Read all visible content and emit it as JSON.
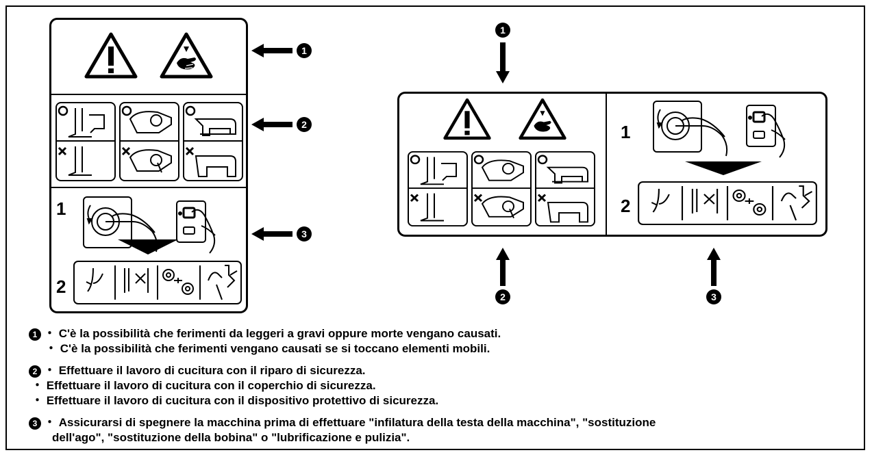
{
  "markers": {
    "one": "1",
    "two": "2",
    "three": "3"
  },
  "steps": {
    "first": "1",
    "second": "2"
  },
  "notes": {
    "n1a": "・ C'è la possibilità che ferimenti da leggeri a gravi oppure morte vengano causati.",
    "n1b": "・ C'è la possibilità che ferimenti vengano causati se si toccano elementi mobili.",
    "n2a": "・ Effettuare il lavoro di cucitura con il riparo di sicurezza.",
    "n2b": "・ Effettuare il lavoro di cucitura con il coperchio di sicurezza.",
    "n2c": "・ Effettuare il lavoro di cucitura con il dispositivo protettivo di sicurezza.",
    "n3a": "・ Assicurarsi di spegnere la macchina prima di effettuare \"infilatura della testa della macchina\", \"sostituzione",
    "n3b": "dell'ago\", \"sostituzione della bobina\" o \"lubrificazione e pulizia\"."
  },
  "icons": [
    "warning-triangle-icon",
    "hand-crush-warning-icon",
    "power-switch-icon",
    "needle-threading-icon",
    "needle-replacement-icon",
    "bobbin-replacement-icon",
    "lubrication-cleaning-icon"
  ]
}
